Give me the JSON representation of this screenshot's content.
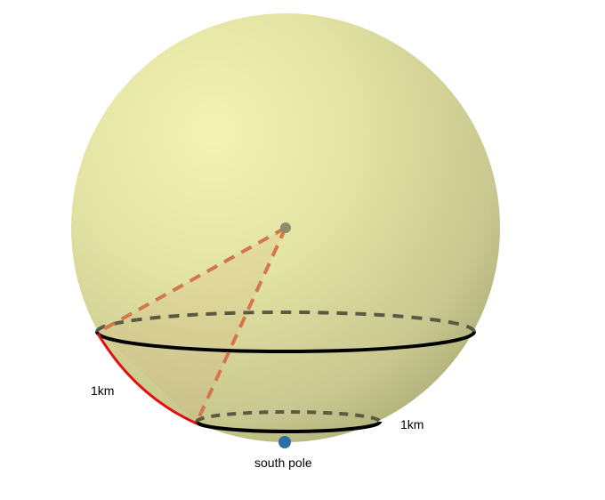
{
  "diagram": {
    "labels": {
      "arc_length_label": "1km",
      "circle_length_label": "1km",
      "south_pole_label": "south pole"
    },
    "colors": {
      "sphere_fill": "#e6e6a5",
      "sphere_highlight": "#f3f3b4",
      "sphere_shadow": "#b4b47d",
      "great_arc": "#e01010",
      "dashed_radius": "#d2784b",
      "circle_line": "#000000",
      "center_point": "#8c8c6e",
      "south_pole_point": "#2d6ea5"
    }
  }
}
